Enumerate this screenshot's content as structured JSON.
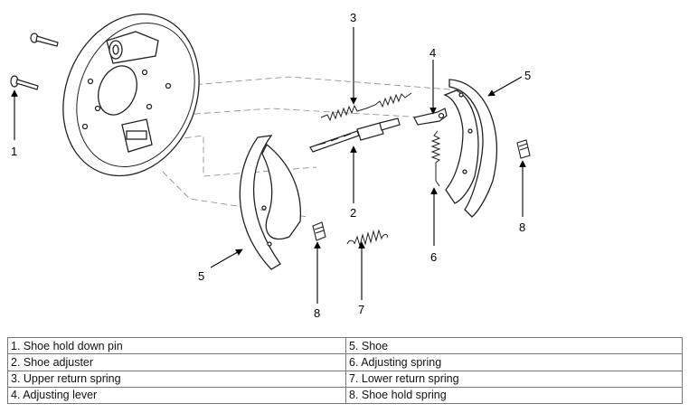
{
  "callouts": [
    "1",
    "2",
    "3",
    "4",
    "5",
    "5",
    "6",
    "7",
    "8",
    "8"
  ],
  "legend": {
    "left": [
      "1. Shoe hold down pin",
      "2. Shoe adjuster",
      "3. Upper return spring",
      "4. Adjusting lever"
    ],
    "right": [
      "5. Shoe",
      "6. Adjusting spring",
      "7. Lower return spring",
      "8. Shoe hold spring"
    ]
  }
}
